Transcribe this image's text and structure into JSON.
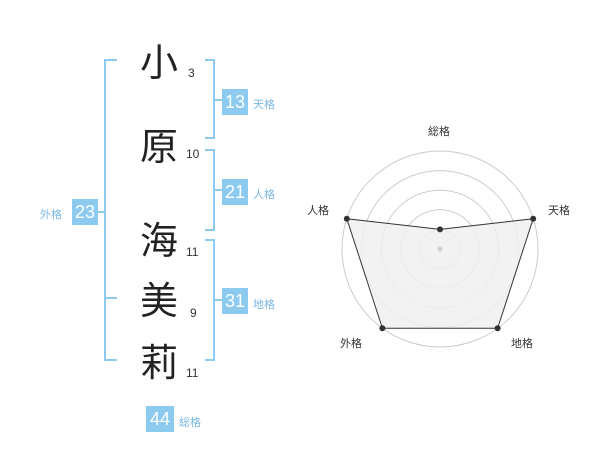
{
  "name": {
    "chars": [
      {
        "char": "小",
        "strokes": "3"
      },
      {
        "char": "原",
        "strokes": "10"
      },
      {
        "char": "海",
        "strokes": "11"
      },
      {
        "char": "美",
        "strokes": "9"
      },
      {
        "char": "莉",
        "strokes": "11"
      }
    ]
  },
  "fortune": {
    "tenkaku": {
      "value": "13",
      "label": "天格"
    },
    "jinkaku": {
      "value": "21",
      "label": "人格"
    },
    "chikaku": {
      "value": "31",
      "label": "地格"
    },
    "gaikaku": {
      "value": "23",
      "label": "外格"
    },
    "soukaku": {
      "value": "44",
      "label": "総格"
    }
  },
  "chart_data": {
    "type": "radar",
    "axes": [
      "総格",
      "天格",
      "地格",
      "外格",
      "人格"
    ],
    "values": [
      1,
      5,
      5,
      5,
      5
    ],
    "rmax": 5,
    "rings": 5,
    "colors": {
      "fill": "#f0f0f0",
      "line": "#333333",
      "grid": "#cccccc",
      "accent": "#8ccaf0"
    }
  }
}
